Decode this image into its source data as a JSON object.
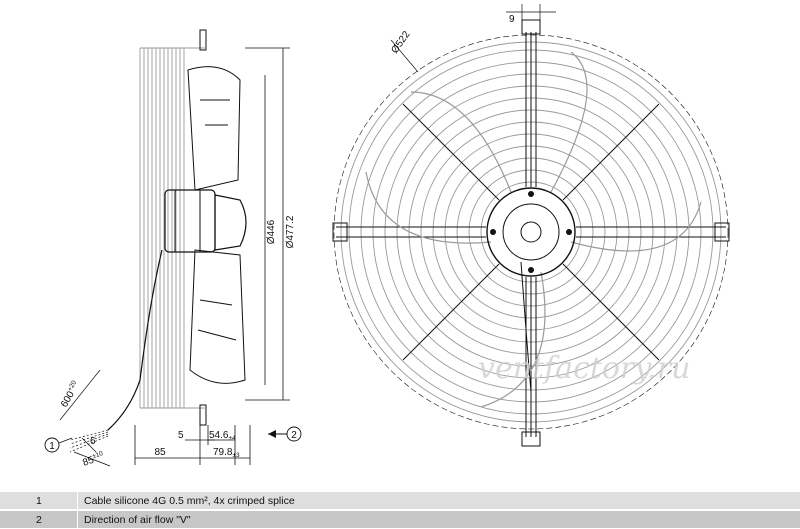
{
  "dimensions": {
    "side": {
      "d1": "Ø446",
      "d2": "Ø477.2",
      "cable_len": "600",
      "cable_len_tol": "+20",
      "strip": "6",
      "strip2": "85",
      "strip2_tol": "±10",
      "d_5": "5",
      "d_54": "54.6",
      "d_54_tol": "±4",
      "d_85": "85",
      "d_79": "79.8",
      "d_79_tol": "±3"
    },
    "front": {
      "outer": "Ø522",
      "top": "9"
    },
    "callouts": [
      "1",
      "2"
    ]
  },
  "watermark": "ventfactory.ru",
  "legend": [
    {
      "num": "1",
      "text": "Cable silicone 4G 0.5 mm², 4x crimped splice"
    },
    {
      "num": "2",
      "text": "Direction of air flow \"V\""
    }
  ]
}
